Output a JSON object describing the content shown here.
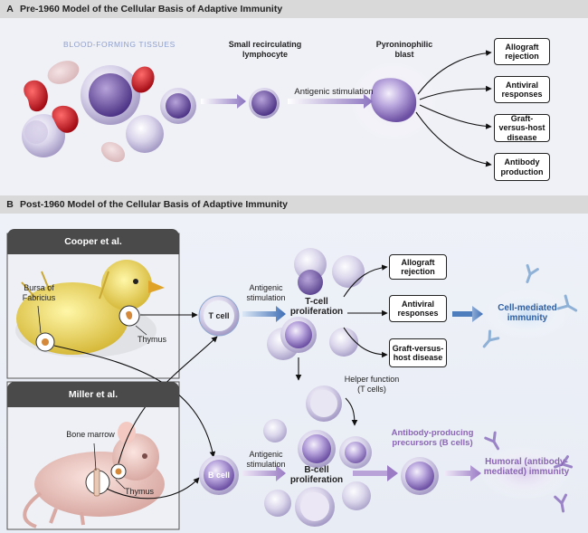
{
  "panel_a": {
    "letter": "A",
    "title": "Pre-1960 Model of the Cellular Basis of Adaptive Immunity",
    "blood_forming": "BLOOD-FORMING TISSUES",
    "small_lymphocyte": "Small recirculating lymphocyte",
    "antigenic_stimulation": "Antigenic stimulation",
    "pyroninophilic_blast": "Pyroninophilic blast",
    "outcomes": [
      "Allograft rejection",
      "Antiviral responses",
      "Graft-versus-host disease",
      "Antibody production"
    ]
  },
  "panel_b": {
    "letter": "B",
    "title": "Post-1960 Model of the Cellular Basis of Adaptive Immunity",
    "cooper": "Cooper et al.",
    "miller": "Miller et al.",
    "bursa": "Bursa of Fabricius",
    "thymus_chick": "Thymus",
    "bone_marrow": "Bone marrow",
    "thymus_mouse": "Thymus",
    "t_cell": "T cell",
    "b_cell": "B cell",
    "antigenic_stim_t": "Antigenic stimulation",
    "antigenic_stim_b": "Antigenic stimulation",
    "t_prolif": "T-cell proliferation",
    "b_prolif": "B-cell proliferation",
    "helper": "Helper function (T cells)",
    "ab_precursors": "Antibody-producing precursors (B cells)",
    "t_outcomes": [
      "Allograft rejection",
      "Antiviral responses",
      "Graft-versus-host disease"
    ],
    "cell_mediated": "Cell-mediated immunity",
    "humoral": "Humoral (antibody-mediated) immunity"
  },
  "colors": {
    "header_bg": "#d9d9d9",
    "tab_bg": "#4a4a4a",
    "red_cell": "#c8141e",
    "lymphocyte": "#9a82c6",
    "t_blue": "#2f5fa3",
    "b_purple": "#8a66b4"
  }
}
